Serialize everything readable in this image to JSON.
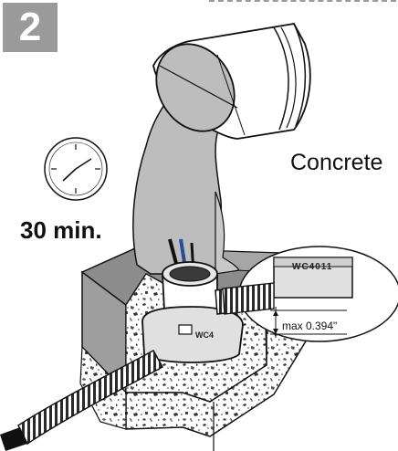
{
  "step": {
    "number": "2"
  },
  "labels": {
    "material": "Concrete",
    "cure_time": "30 min.",
    "max_dimension": "max 0.394\"",
    "box_code": "WC4011"
  },
  "icons": {
    "clock": "clock-icon"
  },
  "colors": {
    "badge": "#9a9a9a",
    "concrete_pour": "#bdbdbd",
    "block_dark": "#8c8c8c",
    "block_light": "#d4d4d4",
    "gravel_bg": "#ffffff"
  }
}
